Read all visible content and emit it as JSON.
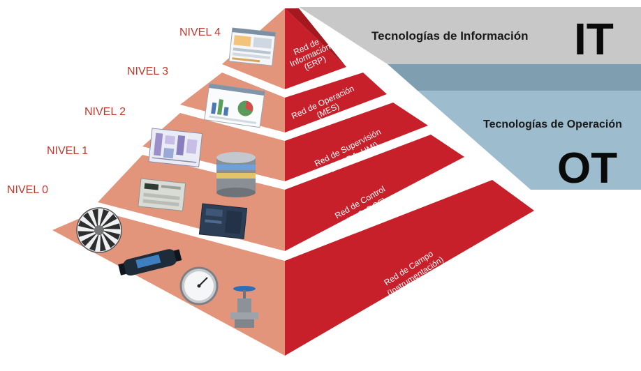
{
  "it_panel": {
    "label": "Tecnologías de Información",
    "abbr": "IT",
    "color": "#c8c8c8"
  },
  "ot_panel": {
    "label": "Tecnologías de Operación",
    "abbr": "OT",
    "color": "#9dbdcf"
  },
  "levels": [
    {
      "label": "NIVEL 4",
      "band_lines": [
        "Red de",
        "Información",
        "(ERP)"
      ]
    },
    {
      "label": "NIVEL 3",
      "band_lines": [
        "Red de Operación",
        "(MES)"
      ]
    },
    {
      "label": "NIVEL 2",
      "band_lines": [
        "Red de Supervisión",
        "(SCADA, HMI)"
      ]
    },
    {
      "label": "NIVEL 1",
      "band_lines": [
        "Red de Control",
        "(PLC, DCS)"
      ]
    },
    {
      "label": "NIVEL 0",
      "band_lines": [
        "Red de Campo",
        "(Instrumentación)"
      ]
    }
  ],
  "colors": {
    "band_red": "#c8202a",
    "band_red_dark": "#a51820",
    "face_salmon": "#e3957c",
    "level_label": "#c0392b"
  },
  "icons": [
    "erp-dashboard-icon",
    "mes-chart-window-icon",
    "scada-screen-icon",
    "database-cylinder-icon",
    "plc-module-icon",
    "plc-unit-icon",
    "fan-impeller-icon",
    "flowmeter-icon",
    "pressure-gauge-icon",
    "valve-icon"
  ]
}
